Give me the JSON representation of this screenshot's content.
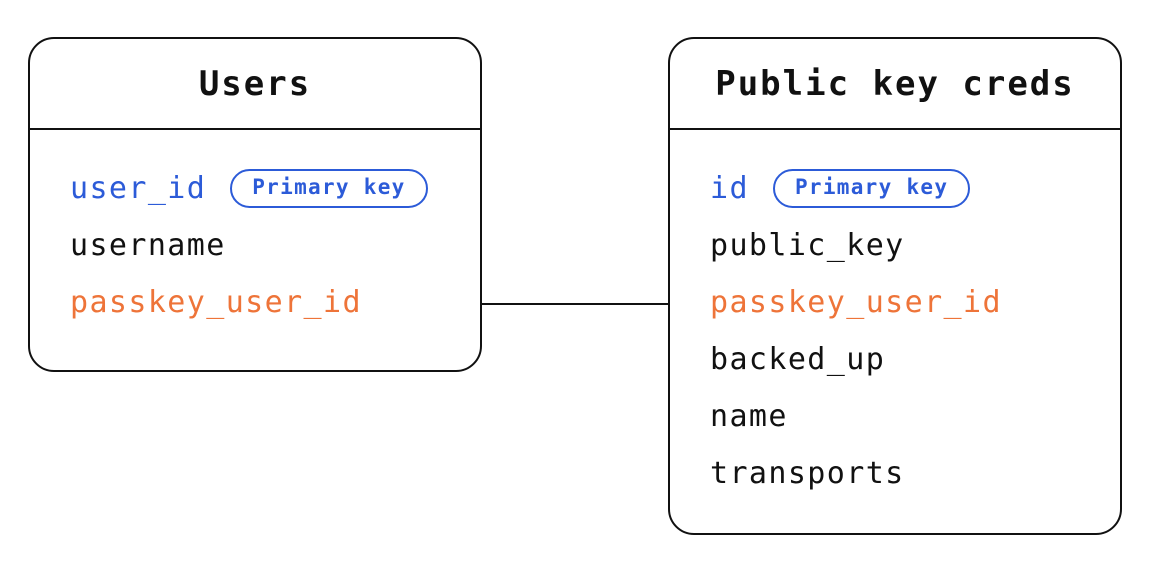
{
  "diagram": {
    "colors": {
      "primary_blue": "#2c5bd8",
      "relation_orange": "#ee7439",
      "line_black": "#111111",
      "background": "#ffffff"
    },
    "tables": [
      {
        "title": "Users",
        "fields": [
          {
            "name": "user_id",
            "color": "#2c5bd8",
            "badge": "Primary key"
          },
          {
            "name": "username",
            "color": "#111111"
          },
          {
            "name": "passkey_user_id",
            "color": "#ee7439"
          }
        ]
      },
      {
        "title": "Public key creds",
        "fields": [
          {
            "name": "id",
            "color": "#2c5bd8",
            "badge": "Primary key"
          },
          {
            "name": "public_key",
            "color": "#111111"
          },
          {
            "name": "passkey_user_id",
            "color": "#ee7439"
          },
          {
            "name": "backed_up",
            "color": "#111111"
          },
          {
            "name": "name",
            "color": "#111111"
          },
          {
            "name": "transports",
            "color": "#111111"
          }
        ]
      }
    ]
  }
}
